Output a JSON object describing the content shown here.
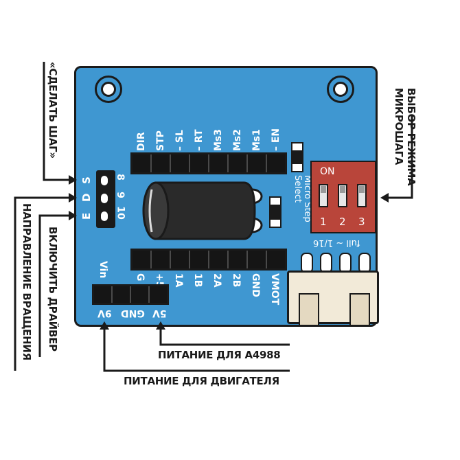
{
  "board": {
    "top_pins": [
      "DIR",
      "STP",
      "– SL",
      "– RT",
      "Ms3",
      "Ms2",
      "Ms1",
      "– EN"
    ],
    "bottom_pins": [
      "G",
      "+5",
      "1A",
      "1B",
      "2A",
      "2B",
      "GND",
      "VMOT"
    ],
    "power_pins": [
      "9V",
      "GND",
      "5V"
    ],
    "vin_label": "Vin",
    "jumper_letters": [
      "S",
      "D",
      "E"
    ],
    "jumper_numbers": [
      "8",
      "9",
      "10"
    ],
    "micro_step_label": "Micro Step\nSelect",
    "dip_on": "ON",
    "dip_numbers": [
      "1",
      "2",
      "3"
    ],
    "full_label": "full ~ 1/16"
  },
  "annotations": {
    "step": "«СДЕЛАТЬ ШАГ»",
    "direction": "НАПРАВЛЕНИЕ ВРАЩЕНИЯ",
    "enable": "ВКЛЮЧИТЬ ДРАЙВЕР",
    "microstep_select": "ВЫБОР РЕЖИМА МИКРОШАГА",
    "power_a4988": "ПИТАНИЕ ДЛЯ A4988",
    "power_motor": "ПИТАНИЕ ДЛЯ ДВИГАТЕЛЯ"
  },
  "colors": {
    "board": "#3f97d1",
    "dip_switch": "#b9453a",
    "connector": "#f2ead8"
  }
}
